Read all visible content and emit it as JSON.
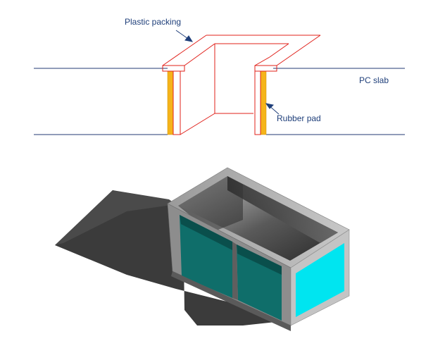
{
  "labels": {
    "plastic_packing": "Plastic packing",
    "pc_slab": "PC slab",
    "rubber_pad": "Rubber pad"
  },
  "colors": {
    "slab_line": "#233a73",
    "packing_outline": "#e0201a",
    "rubber_pad_fill": "#f5b41a",
    "label_text": "#1f3f7a",
    "render_panel_front": "#00e5f0",
    "render_panel_side": "#0f6e6a",
    "render_shadow": "#3b3b3b",
    "render_frame": "#a6a6a6"
  }
}
